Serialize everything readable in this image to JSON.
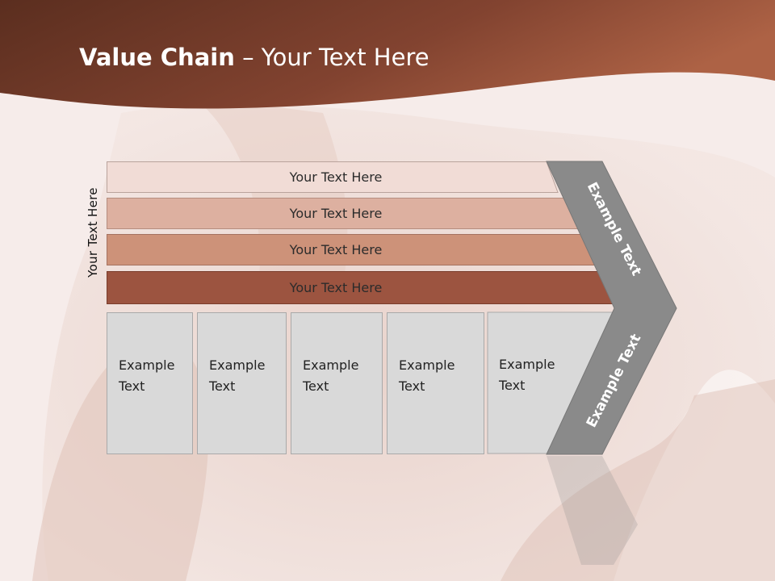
{
  "title": {
    "bold": "Value Chain",
    "rest": " – Your Text Here"
  },
  "side_label": "Your Text Here",
  "bars": [
    {
      "label": "Your Text Here",
      "color": "#f1dcd6"
    },
    {
      "label": "Your Text Here",
      "color": "#ddb0a0"
    },
    {
      "label": "Your Text Here",
      "color": "#cd9279"
    },
    {
      "label": "Your Text Here",
      "color": "#9c5440"
    }
  ],
  "columns": [
    {
      "text": "Example\nText"
    },
    {
      "text": "Example\nText"
    },
    {
      "text": "Example\nText"
    },
    {
      "text": "Example\nText"
    },
    {
      "text": "Example\nText"
    }
  ],
  "chevron": {
    "upper_text": "Example Text",
    "lower_text": "Example Text",
    "color": "#8a8a8a"
  },
  "colors": {
    "header_dark": "#5f3322",
    "header_light": "#a85f43",
    "background": "#f4e9e6"
  }
}
